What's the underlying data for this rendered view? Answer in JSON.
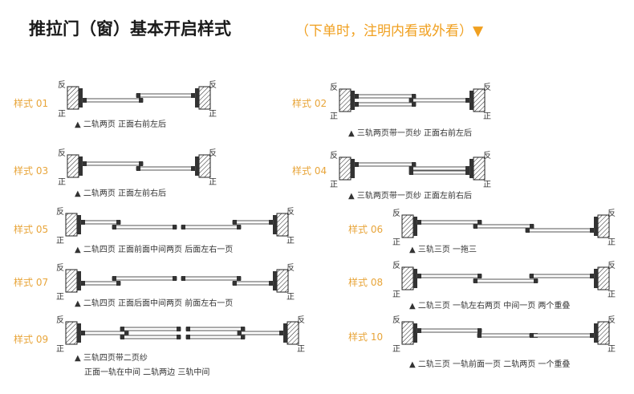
{
  "header": {
    "title": "推拉门（窗）基本开启样式",
    "subtitle": "（下单时，注明内看或外看）▼"
  },
  "marks": {
    "reverse": "反",
    "front": "正"
  },
  "styles": [
    {
      "label": "样式 01",
      "caption": "▲ 二轨两页   正面右前左后"
    },
    {
      "label": "样式 02",
      "caption": "▲ 三轨两页带一页纱   正面右前左后"
    },
    {
      "label": "样式 03",
      "caption": "▲ 二轨两页   正面左前右后"
    },
    {
      "label": "样式 04",
      "caption": "▲ 三轨两页带一页纱   正面左前右后"
    },
    {
      "label": "样式 05",
      "caption": "▲ 二轨四页   正面前面中间两页  后面左右一页"
    },
    {
      "label": "样式 06",
      "caption": "▲ 三轨三页     一拖三"
    },
    {
      "label": "样式 07",
      "caption": "▲ 二轨四页   正面后面中间两页  前面左右一页"
    },
    {
      "label": "样式 08",
      "caption": "▲ 二轨三页   一轨左右两页  中间一页   两个重叠"
    },
    {
      "label": "样式 09",
      "caption": "▲ 三轨四页带二页纱",
      "caption2": "正面一轨在中间   二轨两边   三轨中间"
    },
    {
      "label": "样式 10",
      "caption": "▲ 二轨三页   一轨前面一页  二轨两页   一个重叠"
    }
  ]
}
